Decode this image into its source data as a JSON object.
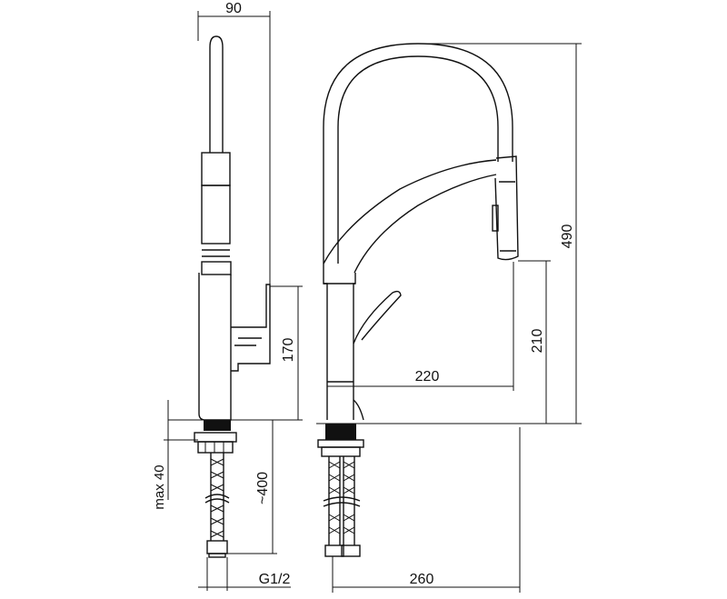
{
  "dimensions": {
    "side_width": "90",
    "side_lever_height": "170",
    "side_max_40": "max 40",
    "side_hose_length": "~400",
    "side_thread": "G1/2",
    "front_reach": "220",
    "front_spout_height": "210",
    "front_total_height": "490",
    "front_total_reach": "260"
  },
  "colors": {
    "line": "#111111",
    "background": "#ffffff"
  }
}
